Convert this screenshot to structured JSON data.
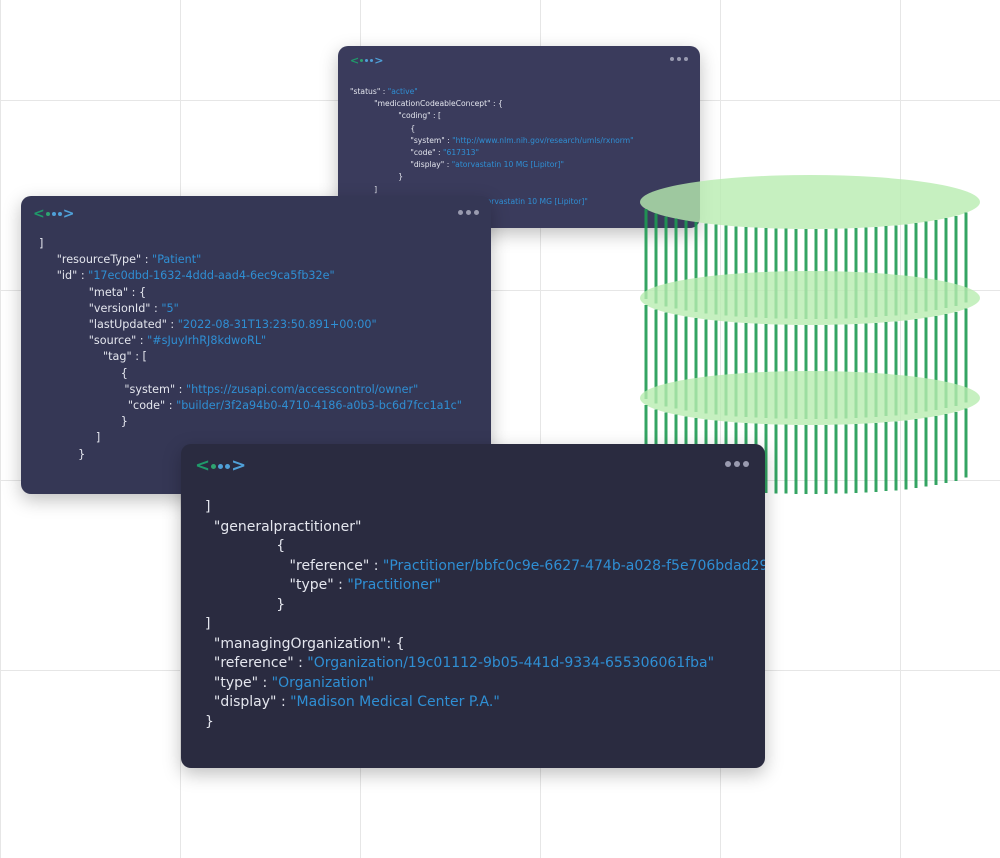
{
  "colors": {
    "background": "#ffffff",
    "grid": "#e6e6e6",
    "card_top": "#3a3b5c",
    "card_mid": "#353755",
    "card_front": "#2a2b40",
    "json_key": "#e4e6ee",
    "json_string": "#2f8fd4",
    "logo_green": "#1f9a6a",
    "logo_blue": "#4fa0d8",
    "db_fill": "#b8ecb0",
    "db_stripe": "#1e9a52"
  },
  "icons": {
    "logo": "chevron-dots-logo",
    "menu": "three-dots-menu",
    "database": "striped-database-cylinder"
  },
  "card_top": {
    "lines": [
      [
        "\"status\" : ",
        "\"active\""
      ],
      [
        "          \"medicationCodeableConcept\" : {",
        ""
      ],
      [
        "                    \"coding\" : [",
        ""
      ],
      [
        "                         {",
        ""
      ],
      [
        "                         \"system\" : ",
        "\"http://www.nlm.nih.gov/research/umls/rxnorm\""
      ],
      [
        "                         \"code\" : ",
        "\"617313\""
      ],
      [
        "                         \"display\" : ",
        "\"atorvastatin 10 MG [Lipitor]\""
      ],
      [
        "                    }",
        ""
      ],
      [
        "          ]",
        ""
      ],
      [
        "                                                    ",
        "\"atorvastatin 10 MG [Lipitor]\""
      ]
    ]
  },
  "card_mid": {
    "lines": [
      [
        "]",
        ""
      ],
      [
        "     \"resourceType\" : ",
        "\"Patient\""
      ],
      [
        "     \"id\" : ",
        "\"17ec0dbd-1632-4ddd-aad4-6ec9ca5fb32e\""
      ],
      [
        "              \"meta\" : {",
        ""
      ],
      [
        "              \"versionId\" : ",
        "\"5\""
      ],
      [
        "              \"lastUpdated\" : ",
        "\"2022-08-31T13:23:50.891+00:00\""
      ],
      [
        "              \"source\" : ",
        "\"#sJuyIrhRJ8kdwoRL\""
      ],
      [
        "                  \"tag\" : [",
        ""
      ],
      [
        "                       {",
        ""
      ],
      [
        "                        \"system\" : ",
        "\"https://zusapi.com/accesscontrol/owner\""
      ],
      [
        "                         \"code\" : ",
        "\"builder/3f2a94b0-4710-4186-a0b3-bc6d7fcc1a1c\""
      ],
      [
        "                       }",
        ""
      ],
      [
        "                ]",
        ""
      ],
      [
        "           }",
        ""
      ]
    ]
  },
  "card_front": {
    "lines": [
      [
        "]",
        ""
      ],
      [
        "  \"generalpractitioner\"",
        ""
      ],
      [
        "                {",
        ""
      ],
      [
        "                   \"reference\" : ",
        "\"Practitioner/bbfc0c9e-6627-474b-a028-f5e706bdad29\""
      ],
      [
        "                   \"type\" : ",
        "\"Practitioner\""
      ],
      [
        "                }",
        ""
      ],
      [
        "]",
        ""
      ],
      [
        "  \"managingOrganization\": {",
        ""
      ],
      [
        "  \"reference\" : ",
        "\"Organization/19c01112-9b05-441d-9334-655306061fba\""
      ],
      [
        "  \"type\" : ",
        "\"Organization\""
      ],
      [
        "  \"display\" : ",
        "\"Madison Medical Center P.A.\""
      ],
      [
        "}",
        ""
      ]
    ]
  }
}
